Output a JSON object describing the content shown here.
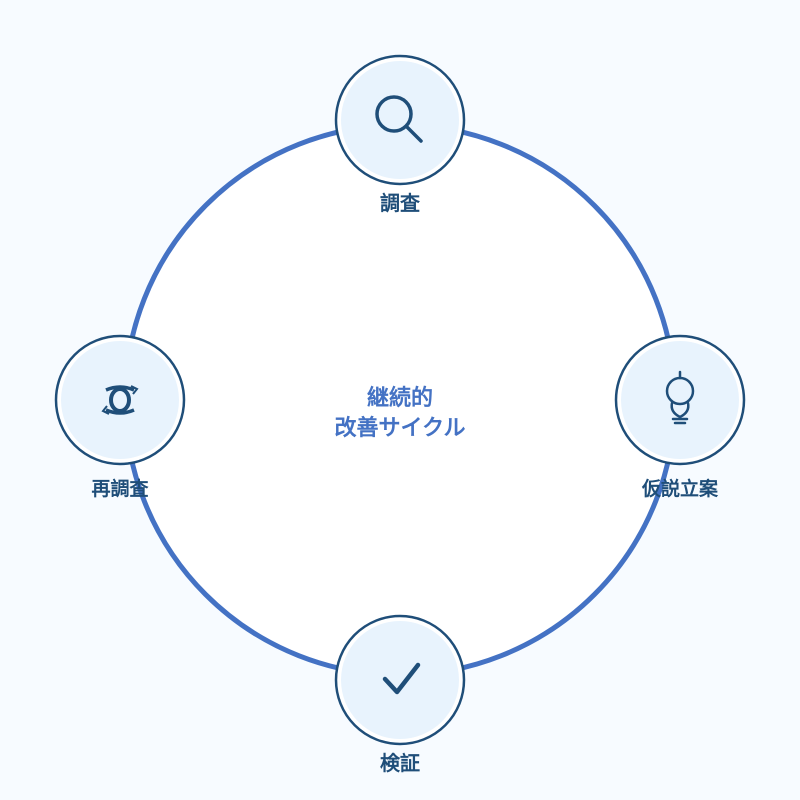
{
  "center": {
    "line1": "継続的",
    "line2": "改善サイクル"
  },
  "nodes": [
    {
      "label": "調査",
      "icon": "magnifier-icon"
    },
    {
      "label": "仮説立案",
      "icon": "lightbulb-icon"
    },
    {
      "label": "検証",
      "icon": "checkmark-icon"
    },
    {
      "label": "再調査",
      "icon": "refresh-cycle-icon"
    }
  ],
  "colors": {
    "ring": "#4472c4",
    "node_stroke": "#1f4e79",
    "node_fill": "#e8f3fd",
    "background": "#f7fbff"
  }
}
